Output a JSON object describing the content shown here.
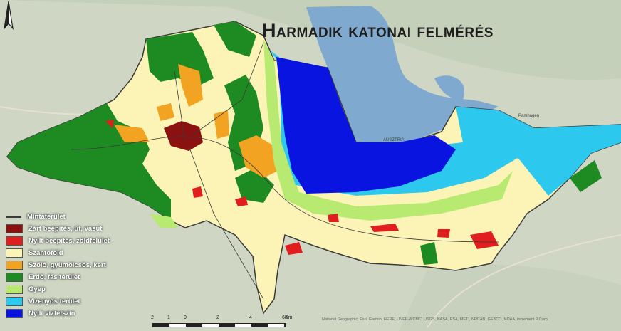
{
  "title": "Harmadik katonai felmérés",
  "legend": [
    {
      "label": "Mintaterület",
      "swatch": "line",
      "color": "#3a3a3a"
    },
    {
      "label": "Zárt beépítés, út, vasút",
      "swatch": "fill",
      "color": "#8b1010"
    },
    {
      "label": "Nyílt beépítés, zöldfelület",
      "swatch": "fill",
      "color": "#e01e1e"
    },
    {
      "label": "Szántóföld",
      "swatch": "fill",
      "color": "#fbf4b6"
    },
    {
      "label": "Szőlő, gyümölcsös, kert",
      "swatch": "fill",
      "color": "#f2a322"
    },
    {
      "label": "Erdő, fás terület",
      "swatch": "fill",
      "color": "#1e8a22"
    },
    {
      "label": "Gyep",
      "swatch": "fill",
      "color": "#b8ea72"
    },
    {
      "label": "Vizenyős terület",
      "swatch": "fill",
      "color": "#2cc8ee"
    },
    {
      "label": "Nyílt vízfelszín",
      "swatch": "fill",
      "color": "#0a14e0"
    }
  ],
  "scale_ticks": [
    "2",
    "1",
    "0",
    "2",
    "4",
    "6",
    "8",
    "Km"
  ],
  "attribution": "National Geographic, Esri, Garmin, HERE, UNEP-WCMC, USGS, NASA, ESA, METI, NRCAN, GEBCO, NOAA, increment P Corp.",
  "places": {
    "label_1": "Pamhagen",
    "label_2": "AUSZTRIA"
  },
  "colors": {
    "basemap": "#cfd6c4",
    "lake_background": "#7fa9cf",
    "urban": "#8b1010",
    "open_builtup": "#e01e1e",
    "arable": "#fbf4b6",
    "orchard": "#f2a322",
    "forest": "#1e8a22",
    "grassland": "#b8ea72",
    "wetland": "#2cc8ee",
    "water": "#0a14e0"
  },
  "icons": {
    "north_arrow": "north-arrow-icon"
  }
}
